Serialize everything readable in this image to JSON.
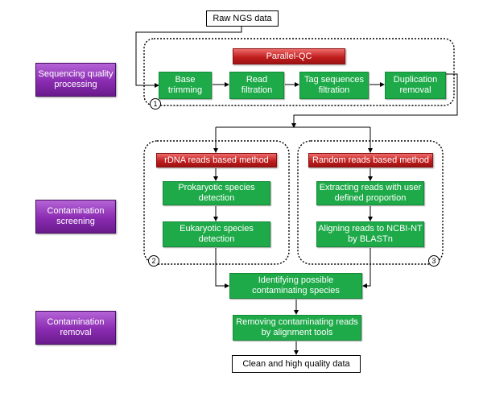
{
  "input": {
    "label": "Raw NGS data"
  },
  "output": {
    "label": "Clean and high quality data"
  },
  "sections": {
    "sequencing_qc": "Sequencing quality processing",
    "contamination_screening": "Contamination screening",
    "contamination_removal": "Contamination removal"
  },
  "parallel_qc": {
    "title": "Parallel-QC",
    "badge": "1",
    "steps": [
      "Base trimming",
      "Read filtration",
      "Tag sequences filtration",
      "Duplication removal"
    ]
  },
  "rdna_method": {
    "title": "rDNA  reads based method",
    "badge": "2",
    "steps": [
      "Prokaryotic species detection",
      "Eukaryotic species detection"
    ]
  },
  "random_method": {
    "title": "Random reads based method",
    "badge": "3",
    "steps": [
      "Extracting reads with user defined proportion",
      "Aligning reads to NCBI-NT by BLASTn"
    ]
  },
  "identify": {
    "label": "Identifying possible contaminating species"
  },
  "remove": {
    "label": "Removing contaminating reads by alignment tools"
  },
  "colors": {
    "green": "#1faa4a",
    "red": "#c21f1f",
    "purple": "#8a2bb1"
  }
}
